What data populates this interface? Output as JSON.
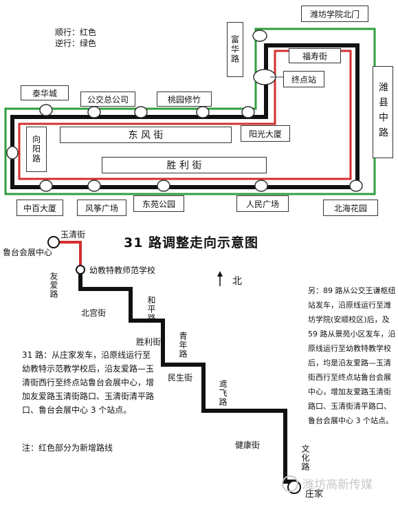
{
  "legend": {
    "forward": "顺行：红色",
    "reverse": "逆行：绿色"
  },
  "title": "31 路调整走向示意图",
  "north": "北",
  "top_map": {
    "stations": {
      "weifang_north_gate": "潍坊学院北门",
      "fushou_street": "福寿街",
      "terminal": "终点站",
      "fuhua_road": "富华路",
      "weixian_middle_road": "潍县中路",
      "taihua_city": "泰华城",
      "bus_company": "公交总公司",
      "taoyuan_xiuzhu": "桃园修竹",
      "dongfeng_street": "东        风        街",
      "yangguang_building": "阳光大厦",
      "xiangyang_road": "向阳路",
      "shengli_street": "胜          利          街",
      "zhongbai_building": "中百大厦",
      "fengzheng_square": "风筝广场",
      "dongyuan_park": "东苑公园",
      "renmin_square": "人民广场",
      "beihai_garden": "北海花园"
    }
  },
  "bottom_map": {
    "stations": {
      "luntai_center": "鲁台会展中心",
      "yuqing_street": "玉清街",
      "youai_road": "友爱路",
      "youjiao_school": "幼教特教师范学校",
      "beigong_street": "北宫街",
      "heping_road": "和平路",
      "shengli_street": "胜利街",
      "qingnian_road": "青年路",
      "minsheng_street": "民生街",
      "yuanfei_road": "鸢飞路",
      "jiankang_street": "健康街",
      "wenhua_road": "文化路",
      "zhuangjia": "庄家"
    },
    "notes": {
      "main": "31 路：从庄家发车，沿原线运行至幼教特示范教学校后，沿友爱路—玉清街西行至终点站鲁台会展中心，增加友爱路玉清街路口、玉清街清平路口、鲁台会展中心 3 个站点。",
      "footnote": "注：红色部分为新增路线",
      "side": "另：89 路从公交王谦枢纽站发车，沿原线运行至潍坊学院(安顺校区)后，及 59 路从景苑小区发车，沿原线运行至幼教特教学校后，均是沿友爱路—玉清街西行至终点站鲁台会展中心，增加友爱路玉清街路口、玉清街清平路口、鲁台会展中心 3 个站点。"
    }
  },
  "watermark": "潍坊高新传媒",
  "colors": {
    "forward": "#d32f2f",
    "reverse": "#2e9e3e",
    "route": "#111111"
  }
}
